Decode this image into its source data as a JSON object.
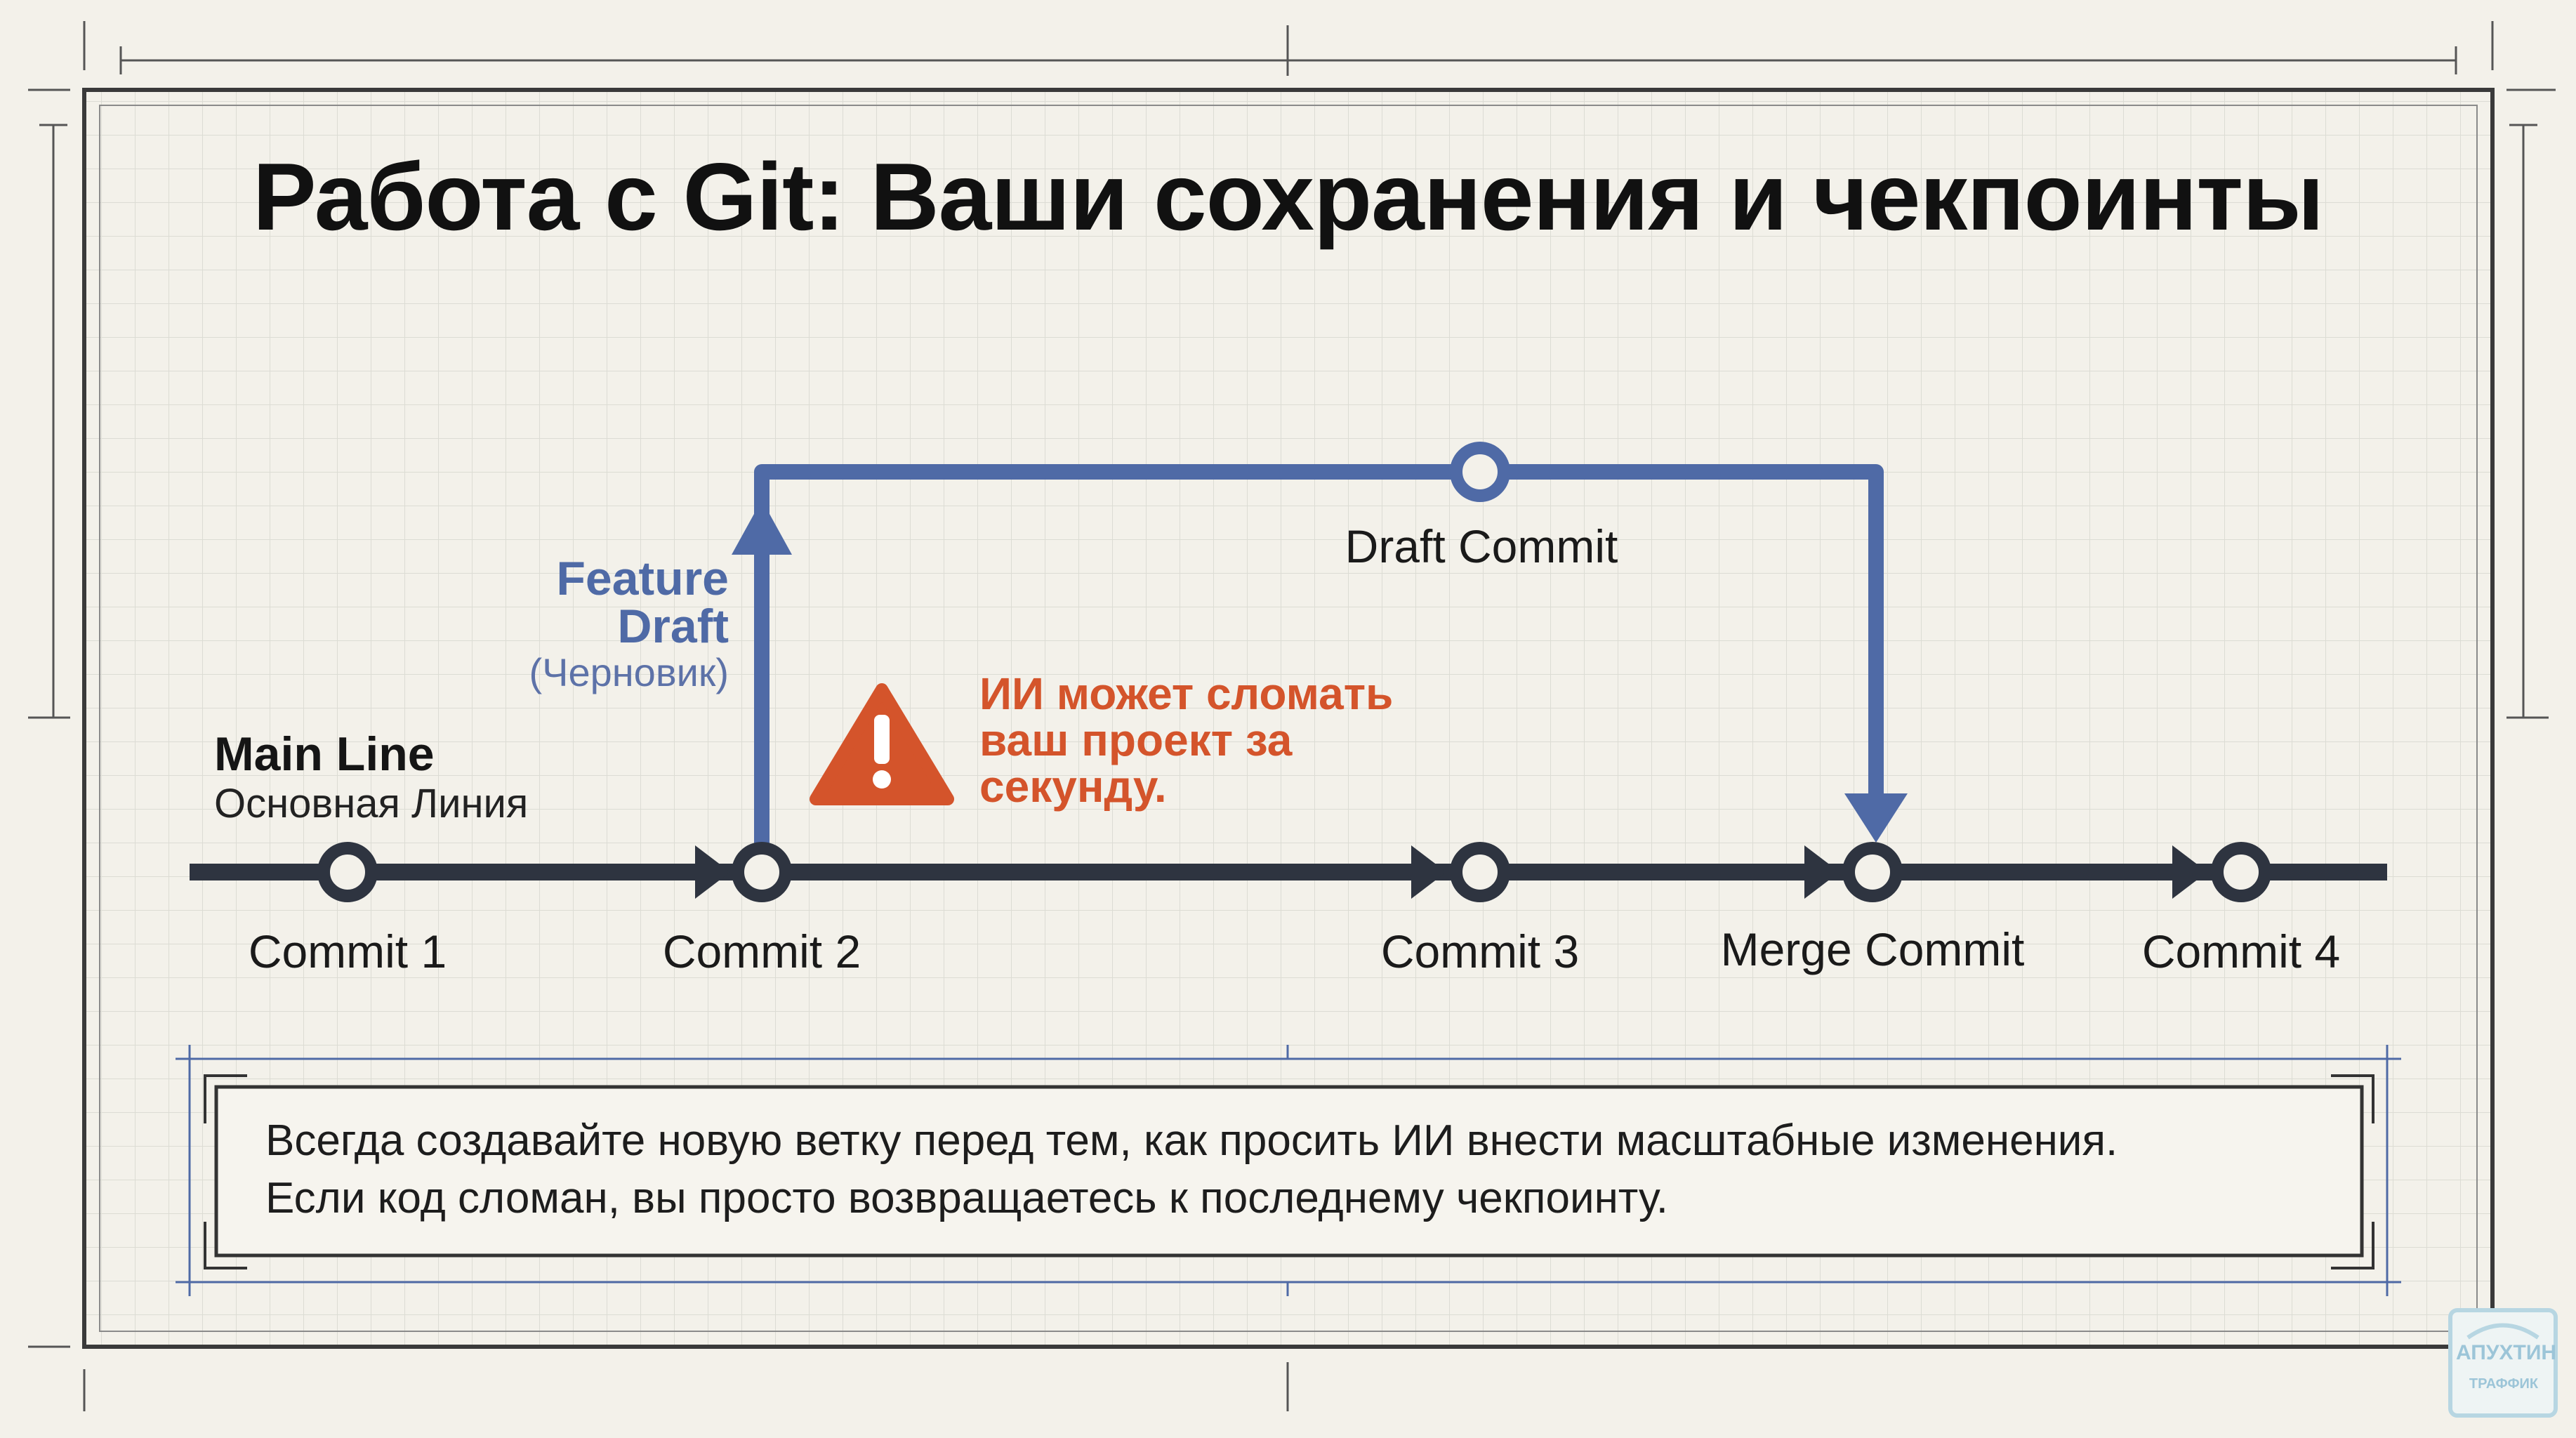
{
  "title": "Работа с Git: Ваши сохранения и чекпоинты",
  "main_line": {
    "label": "Main Line",
    "sublabel": "Основная Линия",
    "color": "#2e3440"
  },
  "feature_branch": {
    "label_line1": "Feature",
    "label_line2": "Draft",
    "sublabel": "(Черновик)",
    "color": "#4f6aa6"
  },
  "commits": {
    "c1": "Commit 1",
    "c2": "Commit 2",
    "c3": "Commit 3",
    "merge": "Merge Commit",
    "c4": "Commit 4",
    "draft": "Draft Commit"
  },
  "warning": {
    "icon": "warning-triangle-icon",
    "line1": "ИИ может сломать",
    "line2": "ваш проект за",
    "line3": "секунду.",
    "color": "#d4542b"
  },
  "note": {
    "line1": "Всегда создавайте новую ветку перед тем, как просить ИИ внести масштабные изменения.",
    "line2": "Если код сломан, вы просто возвращаетесь к последнему чекпоинту."
  },
  "logo": {
    "line1": "АПУХТИН",
    "line2": "ТРАФФИК"
  }
}
